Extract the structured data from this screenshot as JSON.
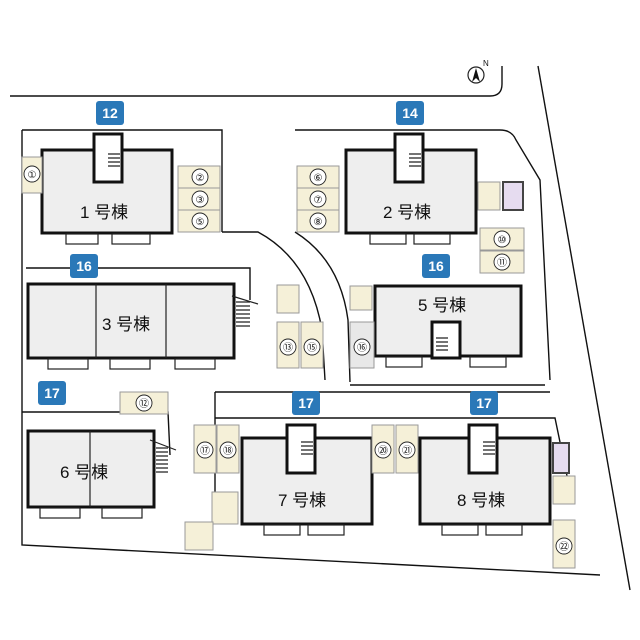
{
  "buildings": [
    {
      "id": "b1",
      "label": "1 号棟"
    },
    {
      "id": "b2",
      "label": "2 号棟"
    },
    {
      "id": "b3",
      "label": "3 号棟"
    },
    {
      "id": "b5",
      "label": "5 号棟"
    },
    {
      "id": "b6",
      "label": "6 号棟"
    },
    {
      "id": "b7",
      "label": "7 号棟"
    },
    {
      "id": "b8",
      "label": "8 号棟"
    }
  ],
  "area_tags": [
    "12",
    "14",
    "16",
    "16",
    "17",
    "17",
    "17"
  ],
  "parking": [
    "①",
    "②",
    "③",
    "⑤",
    "⑥",
    "⑦",
    "⑧",
    "⑩",
    "⑪",
    "⑫",
    "⑬",
    "⑮",
    "⑯",
    "⑰",
    "⑱",
    "⑳",
    "㉑",
    "㉒"
  ],
  "compass": {
    "direction": "N",
    "icon": "north-arrow-icon"
  }
}
